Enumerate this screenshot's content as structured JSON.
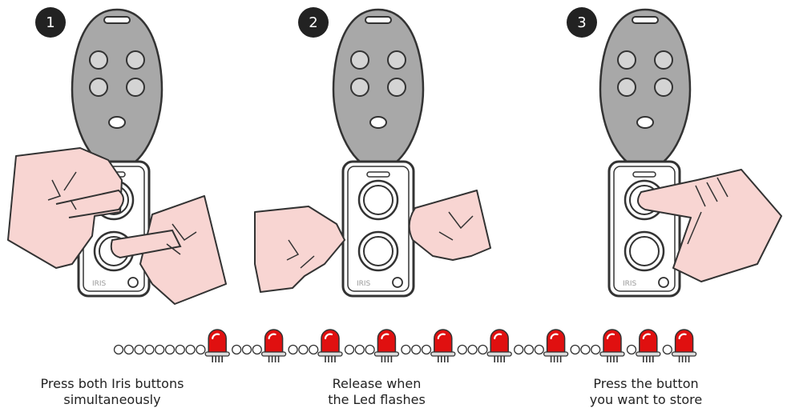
{
  "steps": [
    {
      "number": "1",
      "caption_line1": "Press both Iris buttons",
      "caption_line2": "simultaneously"
    },
    {
      "number": "2",
      "caption_line1": "Release when",
      "caption_line2": "the Led flashes"
    },
    {
      "number": "3",
      "caption_line1": "Press the button",
      "caption_line2": "you want to store"
    }
  ],
  "device_label": "IRIS",
  "led_sequence": [
    0,
    0,
    0,
    0,
    0,
    0,
    0,
    0,
    0,
    1,
    0,
    0,
    0,
    1,
    0,
    0,
    0,
    1,
    0,
    0,
    0,
    1,
    0,
    0,
    0,
    1,
    0,
    0,
    0,
    1,
    0,
    0,
    0,
    1,
    0,
    0,
    0,
    1,
    0,
    1,
    0,
    1
  ],
  "colors": {
    "remote_body": "#a8a8a8",
    "remote_button": "#d4d4d4",
    "hand": "#f8d5d2",
    "led_red": "#e01010",
    "outline": "#333333",
    "badge": "#222222"
  }
}
